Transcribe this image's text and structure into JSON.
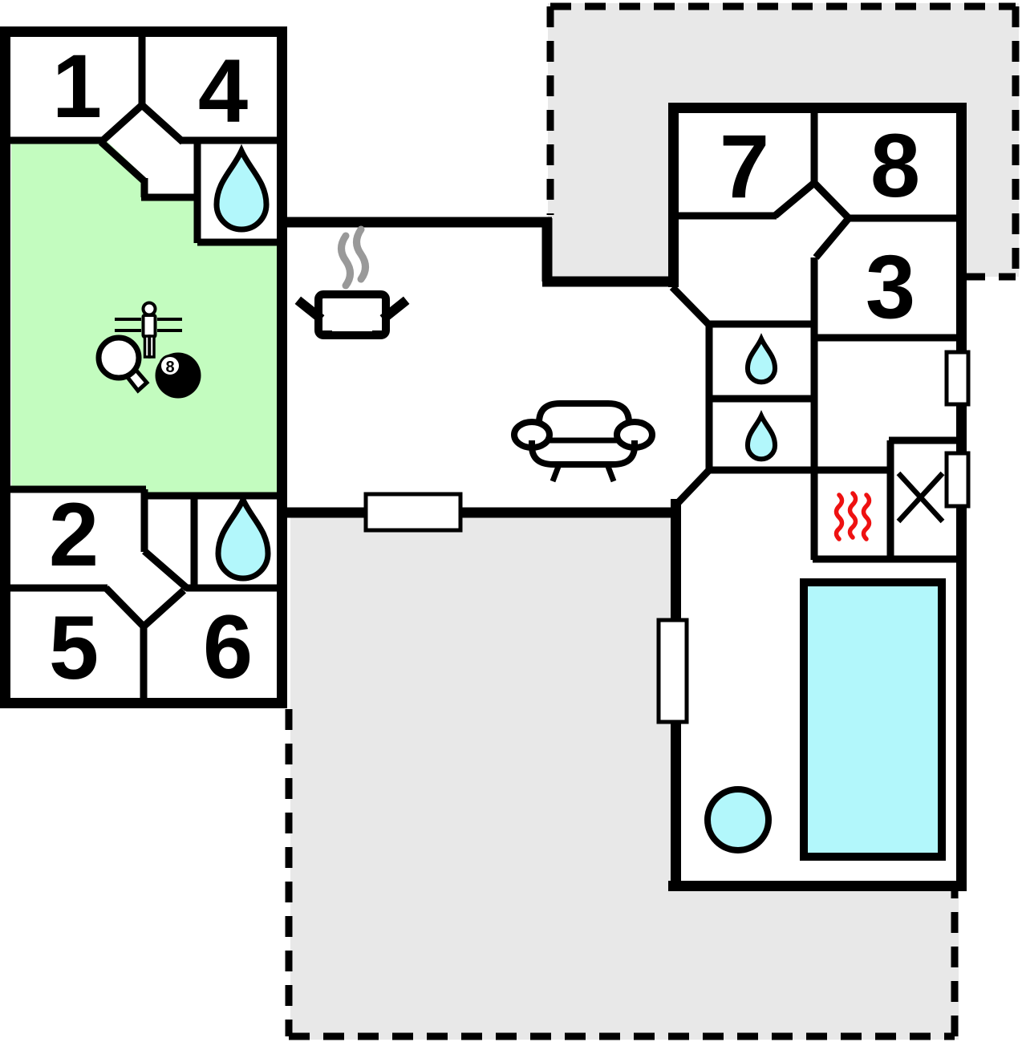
{
  "floorplan": {
    "title": "holiday-home-floor-plan",
    "rooms": [
      {
        "id": "room-1",
        "label": "1"
      },
      {
        "id": "room-2",
        "label": "2"
      },
      {
        "id": "room-3",
        "label": "3"
      },
      {
        "id": "room-4",
        "label": "4"
      },
      {
        "id": "room-5",
        "label": "5"
      },
      {
        "id": "room-6",
        "label": "6"
      },
      {
        "id": "room-7",
        "label": "7"
      },
      {
        "id": "room-8",
        "label": "8"
      }
    ],
    "eight_ball_label": "8",
    "icons": [
      "water-drop-icon (bathroom, 4 locations)",
      "foosball-player-icon",
      "table-tennis-paddle-icon",
      "eight-ball-icon",
      "cooking-pot-icon",
      "steam-icon",
      "sofa-icon",
      "sauna-heat-icon",
      "shower-x-icon",
      "swimming-pool-icon",
      "hot-tub-icon"
    ],
    "areas": [
      "game-room (green)",
      "kitchen-living-area",
      "terrace-top (gray, dashed)",
      "terrace-bottom (gray, dashed)",
      "pool-room"
    ],
    "colors": {
      "game_room_green": "#c3fcbf",
      "water_cyan": "#b2f7fb",
      "terrace_gray": "#e8e8e8",
      "heat_red": "#ee1111",
      "steam_gray": "#999999",
      "wall_black": "#000000"
    }
  }
}
